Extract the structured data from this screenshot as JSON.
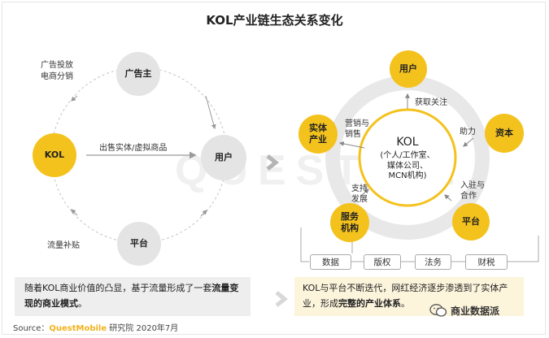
{
  "title": "KOL产业链生态关系变化",
  "watermark": "QUEST   LE",
  "left_diagram": {
    "nodes": {
      "advertiser": "广告主",
      "kol": "KOL",
      "user": "用户",
      "platform": "平台"
    },
    "labels": {
      "ad_line1": "广告投放",
      "ad_line2": "电商分销",
      "sell": "出售实体/虚拟商品",
      "traffic": "流量补贴"
    }
  },
  "right_diagram": {
    "center": {
      "title": "KOL",
      "line1": "(个人/工作室、",
      "line2": "媒体公司、",
      "line3": "MCN机构)"
    },
    "nodes": {
      "user": "用户",
      "capital": "资本",
      "platform": "平台",
      "service_line1": "服务",
      "service_line2": "机构",
      "entity_line1": "实体",
      "entity_line2": "产业"
    },
    "edge_labels": {
      "attention": "获取关注",
      "assist": "助力",
      "settle_line1": "入驻与",
      "settle_line2": "合作",
      "support_line1": "支持",
      "support_line2": "发展",
      "market_line1": "营销与",
      "market_line2": "销售"
    },
    "tags": [
      "数据",
      "版权",
      "法务",
      "财税"
    ]
  },
  "bottom": {
    "left_text_1": "随着KOL商业价值的凸显，基于流量形成了一套",
    "left_bold": "流量变现的商业模式",
    "left_end": "。",
    "right_text_1": "KOL与平台不断迭代，网红经济逐步渗透到了实体产业，形成",
    "right_bold": "完整的产业体系",
    "right_end": "。"
  },
  "source": {
    "prefix": "Source：",
    "brand": "QuestMobile",
    "suffix": " 研究院 2020年7月"
  },
  "wechat": "商业数据派"
}
